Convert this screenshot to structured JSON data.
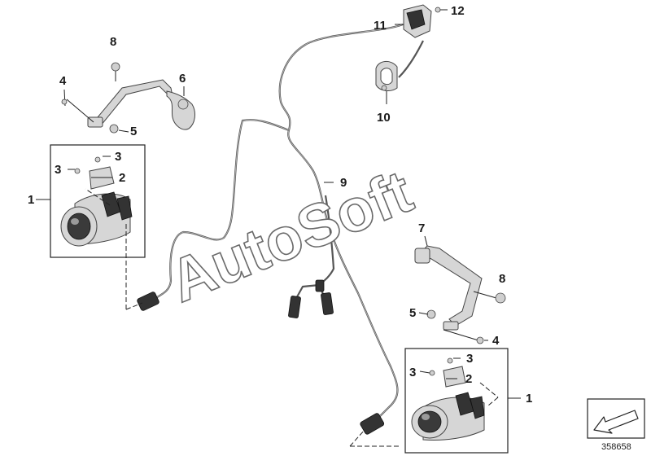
{
  "callouts": {
    "c1_left": "1",
    "c1_right": "1",
    "c2_left": "2",
    "c2_right": "2",
    "c3_left_top": "3",
    "c3_left_side": "3",
    "c3_right_top": "3",
    "c3_right_side": "3",
    "c4_left": "4",
    "c4_right": "4",
    "c5_left": "5",
    "c5_right": "5",
    "c6": "6",
    "c7": "7",
    "c8_left": "8",
    "c8_right": "8",
    "c9": "9",
    "c10": "10",
    "c11": "11",
    "c12": "12"
  },
  "watermark": "AutoSoft",
  "diagram_id": "358658",
  "icons": [
    "arrow-icon"
  ],
  "colors": {
    "lines": "#222222",
    "parts": "#d6d6d6",
    "cable": "#555555"
  }
}
